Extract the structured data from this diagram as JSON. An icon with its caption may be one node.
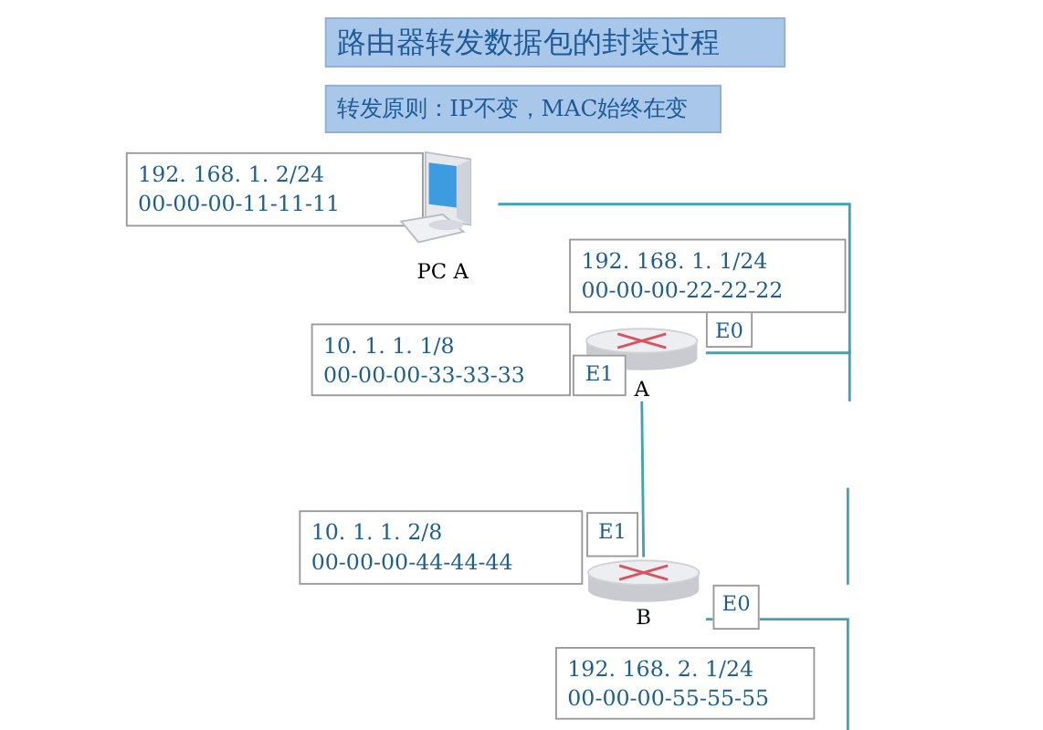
{
  "diagram": {
    "title": "路由器转发数据包的封装过程",
    "nodes": [
      {
        "text": [
          "192. 168. 1. 2/24",
          "00-00-00-11-11-11"
        ]
      },
      {
        "text": [
          "PC A"
        ]
      },
      {
        "text": [
          "192. 168. 1. 1/24",
          "00-00-00-22-22-22"
        ]
      },
      {
        "text": [
          "E0"
        ]
      },
      {
        "text": [
          "10. 1. 1. 1/8",
          "00-00-00-33-33-33"
        ]
      },
      {
        "text": [
          "A"
        ]
      },
      {
        "text": [
          "E1"
        ]
      },
      {
        "text": [
          "10. 1. 1. 2/8",
          "00-00-00-44-44-44"
        ]
      },
      {
        "text": [
          "E1"
        ]
      },
      {
        "text": [
          "B"
        ]
      },
      {
        "text": [
          "E0"
        ]
      },
      {
        "text": [
          "192. 168. 2. 1/24",
          "00-00-00-55-55-55"
        ]
      }
    ],
    "edges": [
      {
        "from": 1,
        "to": 5,
        "arrow": "none"
      },
      {
        "from": 9,
        "to": 5,
        "arrow": "none"
      },
      {
        "from": 9,
        "to": null,
        "arrow": "none"
      }
    ],
    "labels": [
      "转发原则：IP不变，MAC始终在变"
    ]
  }
}
